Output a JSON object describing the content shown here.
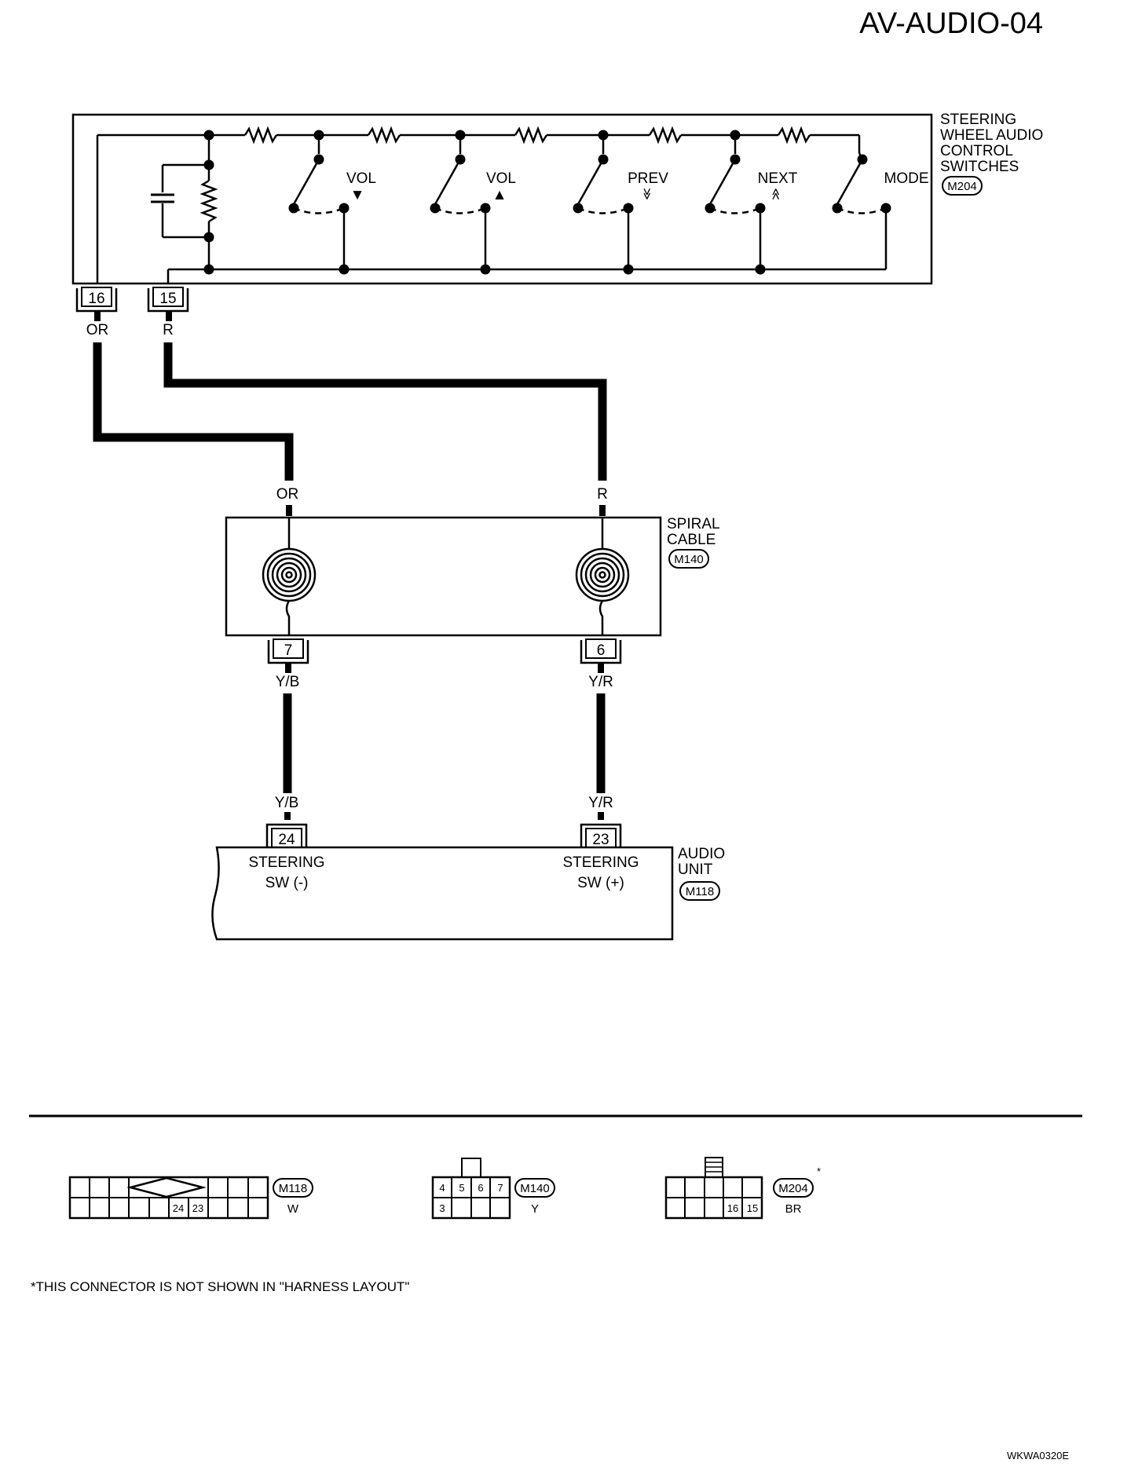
{
  "title": "AV-AUDIO-04",
  "footer_code": "WKWA0320E",
  "note": "*THIS CONNECTOR IS NOT SHOWN IN \"HARNESS LAYOUT\"",
  "switch_assembly": {
    "name_lines": [
      "STEERING",
      "WHEEL AUDIO",
      "CONTROL",
      "SWITCHES"
    ],
    "connector": "M204",
    "switches": [
      {
        "label": "VOL",
        "symbol": "▼"
      },
      {
        "label": "VOL",
        "symbol": "▲"
      },
      {
        "label": "PREV",
        "symbol": "≫"
      },
      {
        "label": "NEXT",
        "symbol": "≪"
      },
      {
        "label": "MODE",
        "symbol": ""
      }
    ],
    "pins": [
      {
        "pin": "16",
        "wire": "OR"
      },
      {
        "pin": "15",
        "wire": "R"
      }
    ]
  },
  "spiral_cable": {
    "name_lines": [
      "SPIRAL",
      "CABLE"
    ],
    "connector": "M140",
    "inputs": [
      "OR",
      "R"
    ],
    "pins": [
      {
        "pin": "7",
        "wire": "Y/B"
      },
      {
        "pin": "6",
        "wire": "Y/R"
      }
    ]
  },
  "audio_unit": {
    "name_lines": [
      "AUDIO",
      "UNIT"
    ],
    "connector": "M118",
    "inputs": [
      "Y/B",
      "Y/R"
    ],
    "pins": [
      {
        "pin": "24",
        "lines": [
          "STEERING",
          "SW (-)"
        ]
      },
      {
        "pin": "23",
        "lines": [
          "STEERING",
          "SW (+)"
        ]
      }
    ]
  },
  "connector_views": [
    {
      "id": "M118",
      "color": "W",
      "pins": [
        "24",
        "23"
      ]
    },
    {
      "id": "M140",
      "color": "Y",
      "pins_top": [
        "4",
        "5",
        "6",
        "7"
      ],
      "pins_bottom": [
        "3"
      ]
    },
    {
      "id": "M204",
      "color": "BR",
      "pins": [
        "16",
        "15"
      ],
      "mark": "*"
    }
  ]
}
